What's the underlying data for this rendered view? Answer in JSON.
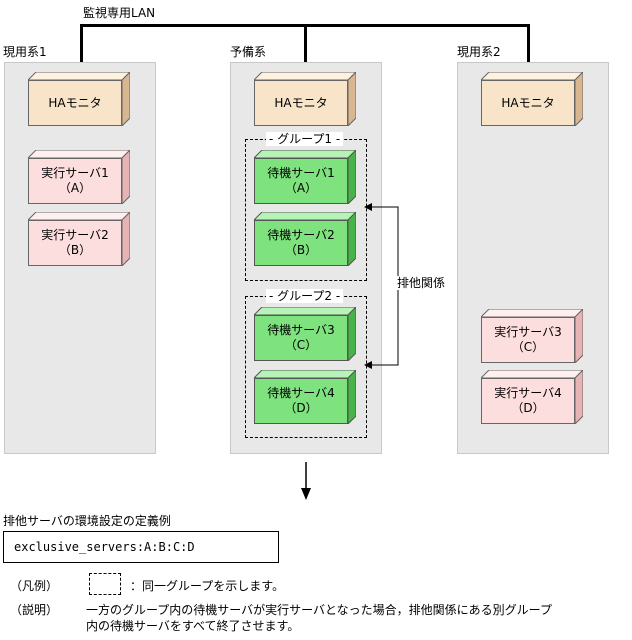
{
  "network_label": "監視専用LAN",
  "systems": [
    {
      "label": "現用系1",
      "monitor": "HAモニタ",
      "servers": [
        {
          "name": "実行サーバ1",
          "id": "（A）"
        },
        {
          "name": "実行サーバ2",
          "id": "（B）"
        }
      ]
    },
    {
      "label": "予備系",
      "monitor": "HAモニタ",
      "groups": [
        {
          "label": "グループ1",
          "servers": [
            {
              "name": "待機サーバ1",
              "id": "（A）"
            },
            {
              "name": "待機サーバ2",
              "id": "（B）"
            }
          ]
        },
        {
          "label": "グループ2",
          "servers": [
            {
              "name": "待機サーバ3",
              "id": "（C）"
            },
            {
              "name": "待機サーバ4",
              "id": "（D）"
            }
          ]
        }
      ]
    },
    {
      "label": "現用系2",
      "monitor": "HAモニタ",
      "servers": [
        {
          "name": "実行サーバ3",
          "id": "（C）"
        },
        {
          "name": "実行サーバ4",
          "id": "（D）"
        }
      ]
    }
  ],
  "exclusion_label": "排他関係",
  "example": {
    "heading": "排他サーバの環境設定の定義例",
    "code": "exclusive_servers:A:B:C:D"
  },
  "legend": {
    "tag": "（凡例）",
    "text": "：同一グループを示します。"
  },
  "explanation": {
    "tag": "（説明）",
    "line1": "一方のグループ内の待機サーバが実行サーバとなった場合，排他関係にある別グループ",
    "line2": "内の待機サーバをすべて終了させます。"
  },
  "colors": {
    "monitor": "#f8e4c9",
    "monitor_top": "#fdf1e0",
    "monitor_side": "#d8b690",
    "exec": "#fddede",
    "exec_top": "#fff0f0",
    "exec_side": "#e6b4b4",
    "standby": "#7ee27e",
    "standby_top": "#b6f3b6",
    "standby_side": "#46b446",
    "panel": "#e8e8e8"
  }
}
